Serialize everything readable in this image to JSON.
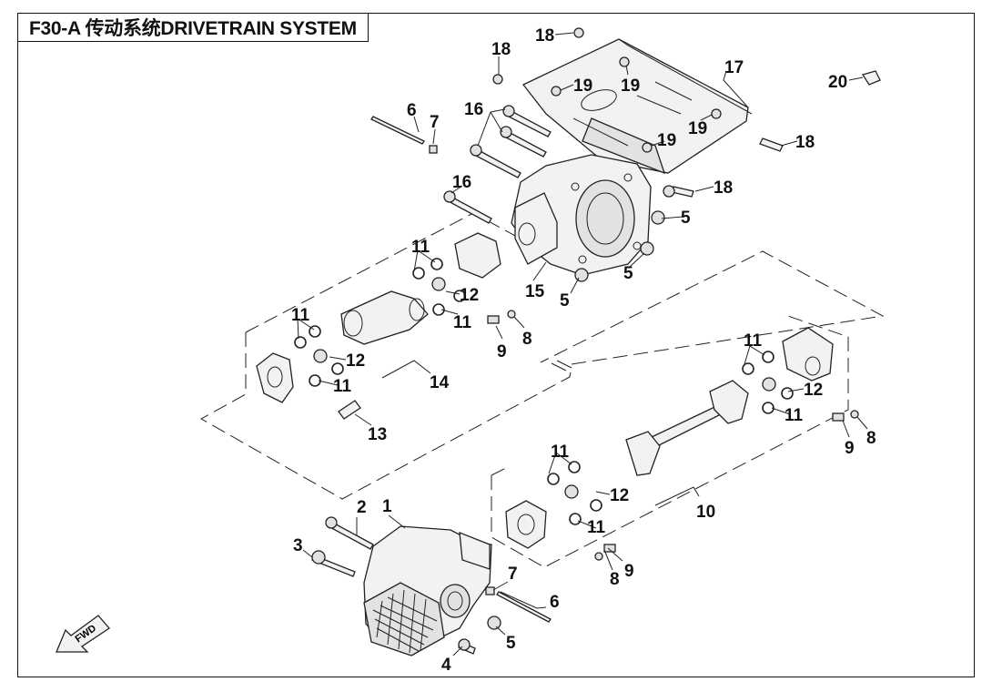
{
  "title": "F30-A 传动系统DRIVETRAIN SYSTEM",
  "fwd_label": "FWD",
  "callouts": {
    "c1": "1",
    "c2": "2",
    "c3": "3",
    "c4": "4",
    "c5": "5",
    "c6": "6",
    "c7": "7",
    "c8": "8",
    "c9": "9",
    "c10": "10",
    "c11": "11",
    "c12": "12",
    "c13": "13",
    "c14": "14",
    "c15": "15",
    "c16": "16",
    "c17": "17",
    "c18": "18",
    "c19": "19",
    "c20": "20"
  },
  "colors": {
    "line": "#222222",
    "part_fill": "#f2f2f2",
    "background": "#ffffff"
  }
}
